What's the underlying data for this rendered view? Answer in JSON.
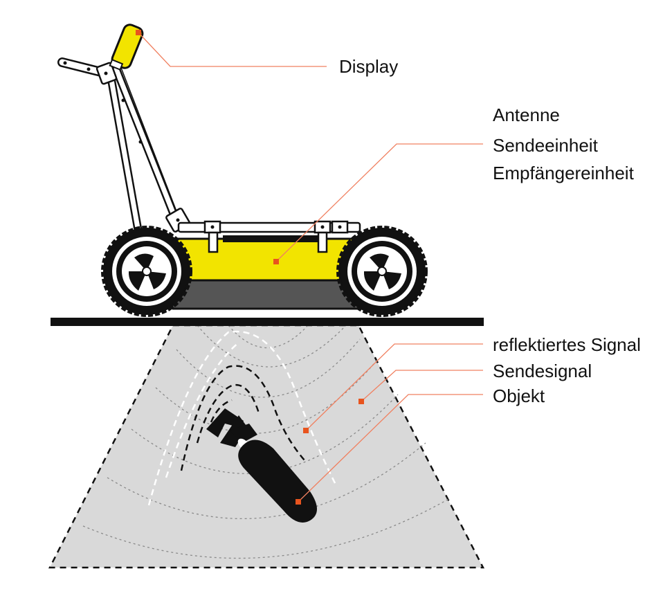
{
  "labels": {
    "display": "Display",
    "antenna": "Antenne",
    "transmitter": "Sendeeinheit",
    "receiver": "Empfängereinheit",
    "reflected": "reflektiertes Signal",
    "sent": "Sendesignal",
    "object": "Objekt"
  },
  "colors": {
    "accent": "#f08060",
    "marker": "#e8541e",
    "body_yellow": "#f2e400",
    "ground": "#d9d9d9",
    "dark": "#111111"
  }
}
